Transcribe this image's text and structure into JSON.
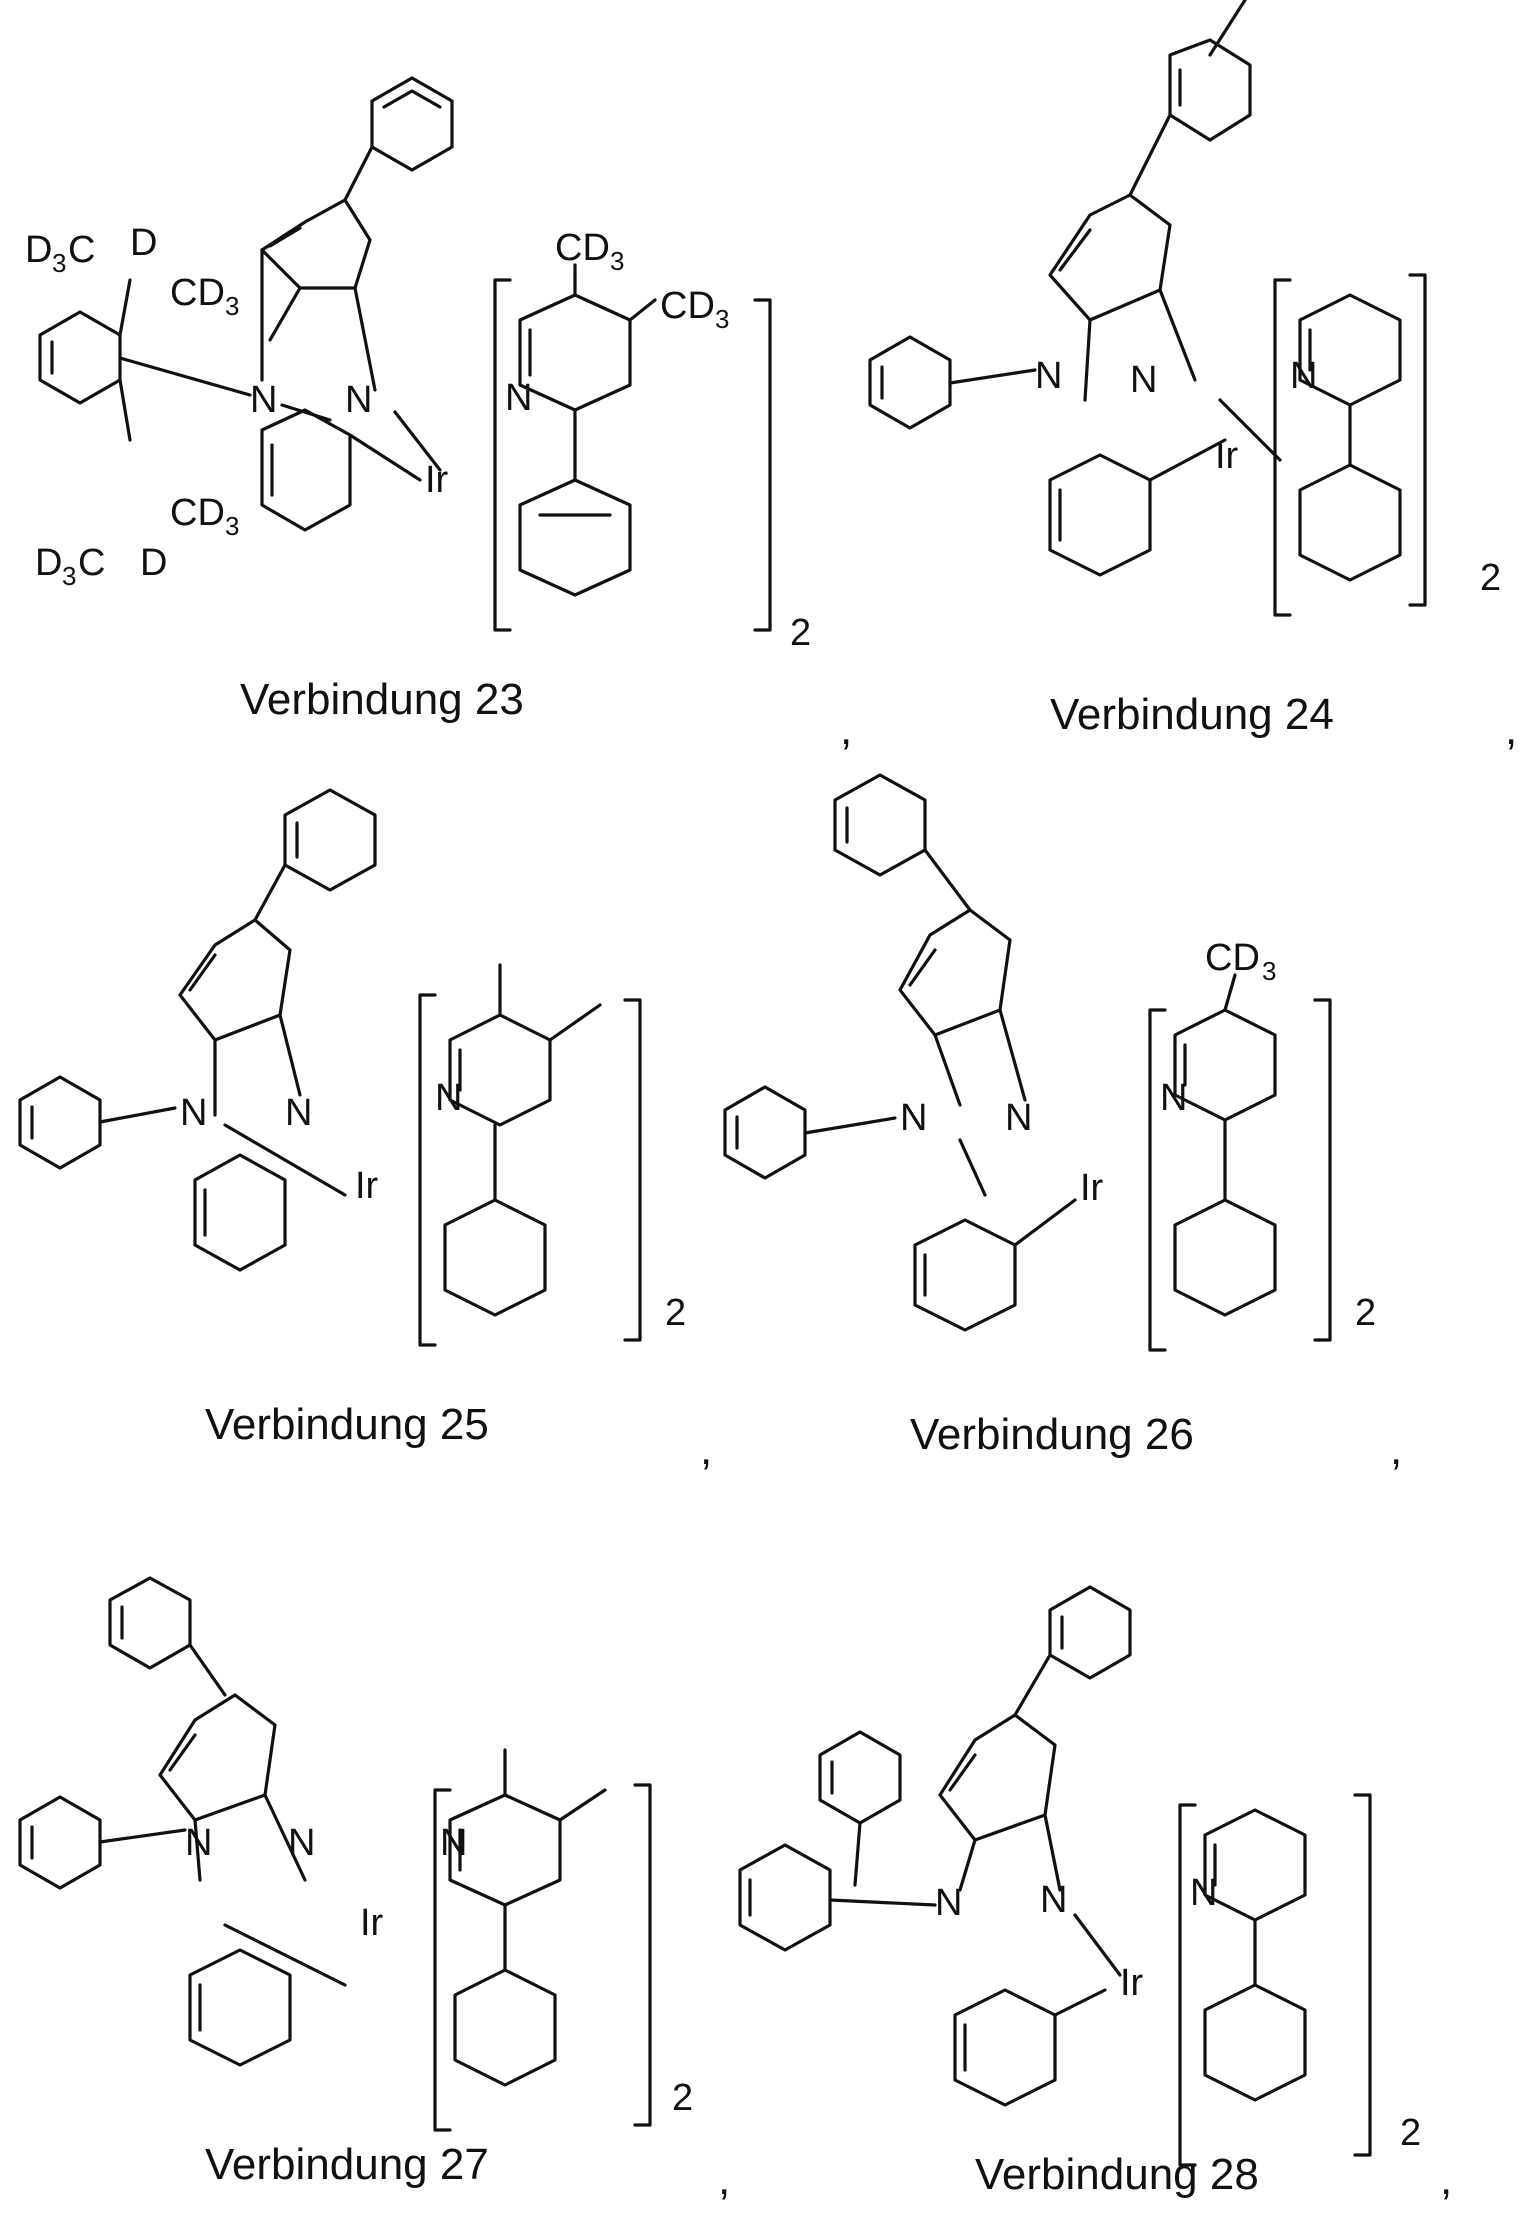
{
  "compounds": [
    {
      "caption": "Verbindung 23",
      "multiplier": "2"
    },
    {
      "caption": "Verbindung 24",
      "multiplier": "2"
    },
    {
      "caption": "Verbindung 25",
      "multiplier": "2"
    },
    {
      "caption": "Verbindung 26",
      "multiplier": "2"
    },
    {
      "caption": "Verbindung 27",
      "multiplier": "2"
    },
    {
      "caption": "Verbindung 28",
      "multiplier": "2"
    }
  ],
  "separator": ",",
  "atoms": {
    "iridium": "Ir",
    "nitrogen": "N",
    "deuterium": "D",
    "cd3": "CD",
    "d3c": "C",
    "d3c_prefix": "D",
    "sub3": "3"
  }
}
